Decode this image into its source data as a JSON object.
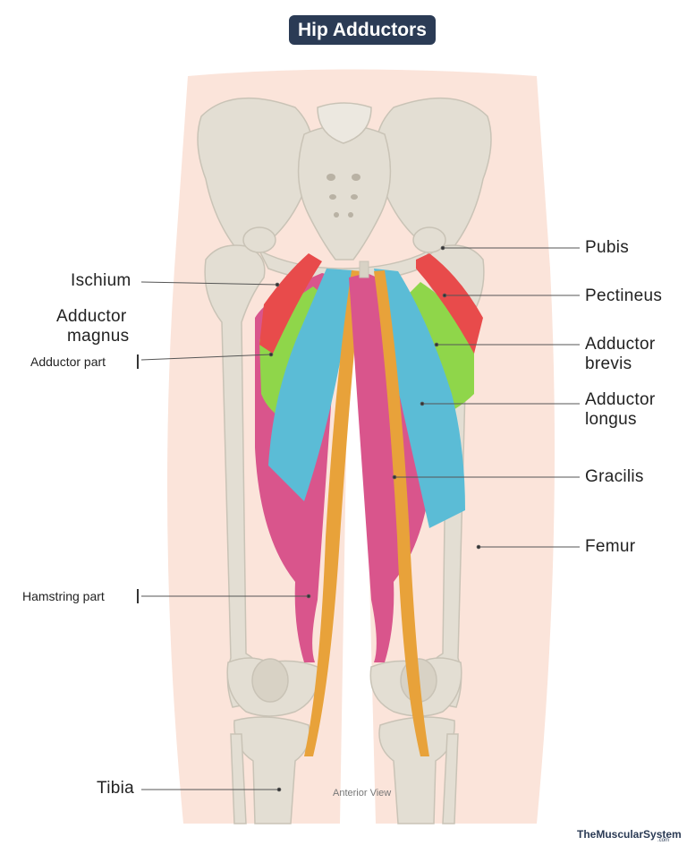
{
  "title": "Hip Adductors",
  "labels": {
    "ischium": "Ischium",
    "adductor_magnus_line1": "Adductor",
    "adductor_magnus_line2": "magnus",
    "adductor_part": "Adductor part",
    "hamstring_part": "Hamstring part",
    "tibia": "Tibia",
    "pubis": "Pubis",
    "pectineus": "Pectineus",
    "adductor_brevis_line1": "Adductor",
    "adductor_brevis_line2": "brevis",
    "adductor_longus_line1": "Adductor",
    "adductor_longus_line2": "longus",
    "gracilis": "Gracilis",
    "femur": "Femur"
  },
  "caption": "Anterior View",
  "brand": "TheMuscularSystem",
  "brand_suffix": ".com",
  "colors": {
    "title_bg": "#2b3b55",
    "skin": "#fbe4da",
    "bone": "#e3ded3",
    "pectineus": "#e84b4b",
    "adductor_brevis": "#8fd64a",
    "adductor_longus": "#5bbcd6",
    "adductor_magnus": "#d9558c",
    "gracilis": "#e8a23a"
  }
}
